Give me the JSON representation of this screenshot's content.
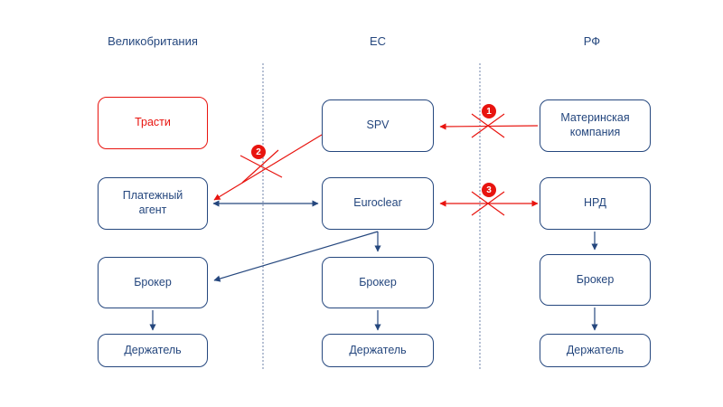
{
  "regions": {
    "uk": "Великобритания",
    "eu": "ЕС",
    "rf": "РФ"
  },
  "nodes": {
    "trustee": "Трасти",
    "paying_agent": "Платежный агент",
    "uk_broker": "Брокер",
    "uk_holder": "Держатель",
    "spv": "SPV",
    "euroclear": "Euroclear",
    "eu_broker": "Брокер",
    "eu_holder": "Держатель",
    "parent_company": "Материнская компания",
    "nsd": "НРД",
    "rf_broker": "Брокер",
    "rf_holder": "Держатель"
  },
  "badges": {
    "one": "1",
    "two": "2",
    "three": "3"
  },
  "colors": {
    "node_blue": "#25477e",
    "alert_red": "#e8140f",
    "divider": "#b7c1d4",
    "background": "#ffffff"
  }
}
